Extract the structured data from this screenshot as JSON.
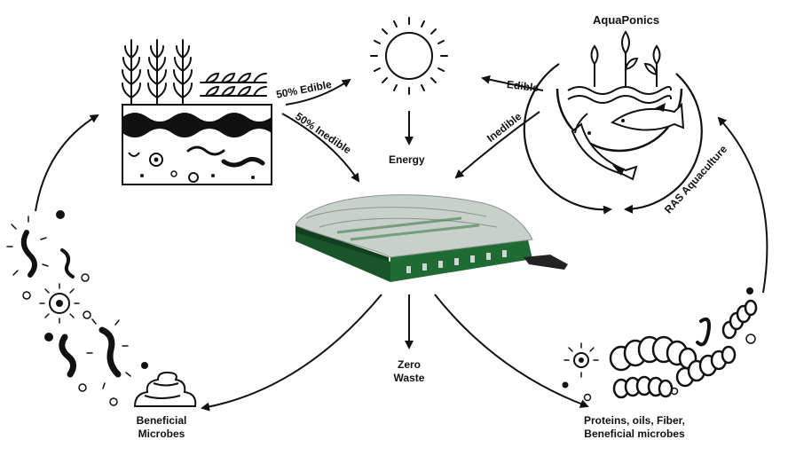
{
  "labels": {
    "aquaponics": "AquaPonics",
    "edible_left": "50% Edible",
    "inedible_left": "50% Inedible",
    "edible_right": "Edible",
    "inedible_right": "Inedible",
    "energy": "Energy",
    "ras_aquaculture": "RAS Aquaculture",
    "zero_waste_line1": "Zero",
    "zero_waste_line2": "Waste",
    "beneficial_microbes_line1": "Beneficial",
    "beneficial_microbes_line2": "Microbes",
    "proteins_line1": "Proteins, oils, Fiber,",
    "proteins_line2": "Beneficial microbes"
  },
  "colors": {
    "ink": "#111111",
    "greenhouse_green": "#1f6b33",
    "greenhouse_glass": "#c9cfcb"
  },
  "icons": [
    "sun-icon",
    "greenhouse-icon",
    "soil-crops-icon",
    "aquaponics-fish-icon",
    "microbes-icon",
    "compost-pile-icon",
    "insect-larvae-icon"
  ]
}
